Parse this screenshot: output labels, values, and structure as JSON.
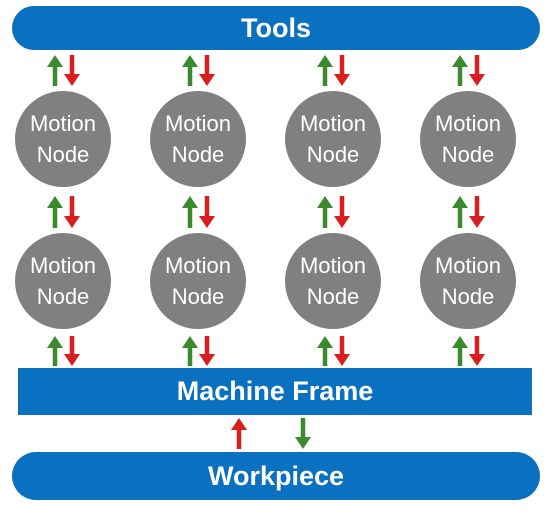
{
  "tools": {
    "label": "Tools"
  },
  "machine_frame": {
    "label": "Machine Frame"
  },
  "workpiece": {
    "label": "Workpiece"
  },
  "node": {
    "line1": "Motion",
    "line2": "Node"
  },
  "colors": {
    "bar": "#0A70C0",
    "node": "#808080",
    "arrow_up": "#3C8A2E",
    "arrow_down": "#D81E1E",
    "text_on_dark": "#FFFFFF"
  },
  "icons": {
    "up": "arrow-up-icon",
    "down": "arrow-down-icon"
  }
}
